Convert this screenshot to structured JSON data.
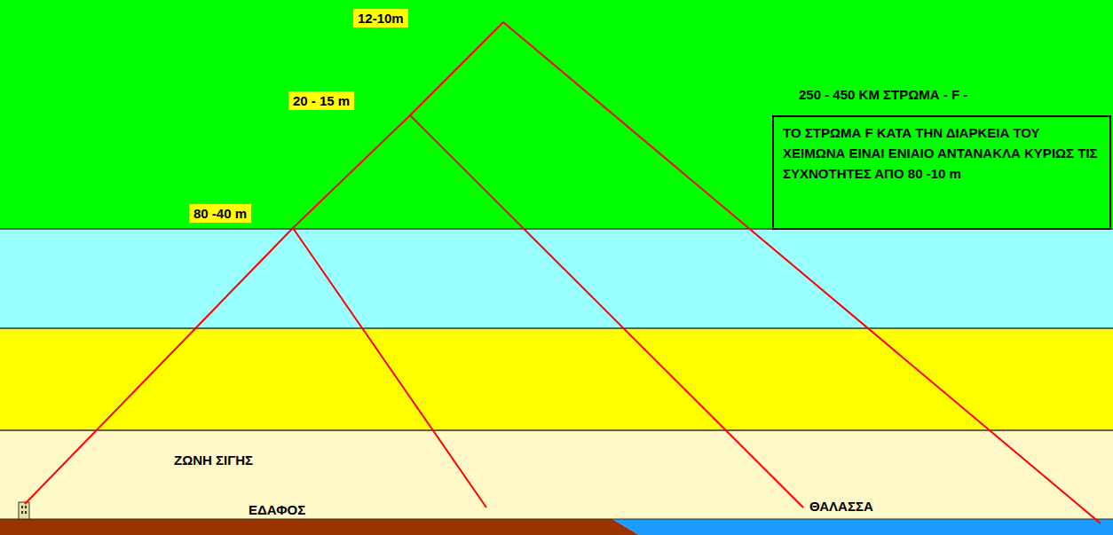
{
  "diagram": {
    "nodes": [
      {
        "text": [
          "ΤΟ ΣΤΡΩΜΑ F ΚΑΤΑ ΤΗΝ ΔΙΑΡΚΕΙΑ ΤΟΥ ΧΕΙΜΩΝΑ ΕΙΝΑΙ ΕΝΙΑΙΟ ΑΝΤΑΝΑΚΛΑ ΚΥΡΙΩΣ ΤΙΣ ΣΥΧΝΟΤΗΤΕΣ ΑΠΟ 80 -10 m"
        ]
      }
    ],
    "labels": [
      "12-10m",
      "20 - 15 m",
      "80 -40 m",
      "250 - 450 KM ΣΤΡΩΜΑ - F -",
      "ΖΩΝΗ ΣΙΓΗΣ",
      "ΕΔΑΦΟΣ",
      "ΘΑΛΑΣΣΑ"
    ]
  }
}
